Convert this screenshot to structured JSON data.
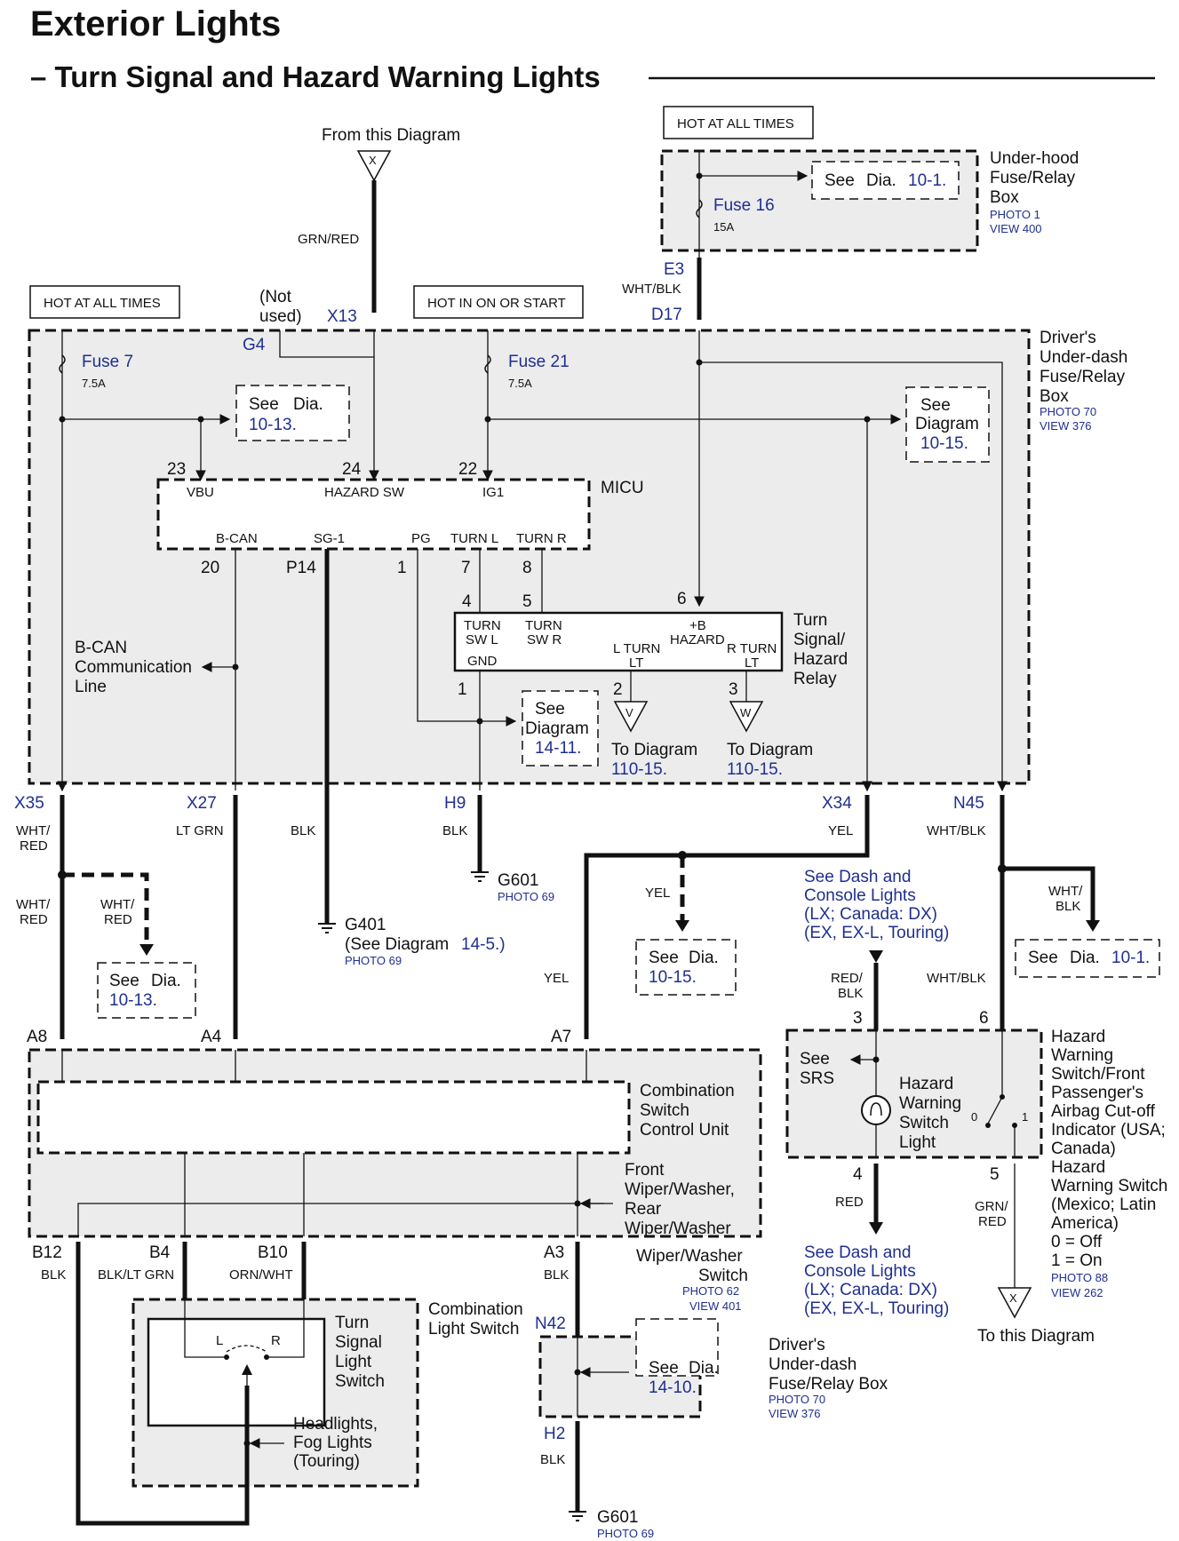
{
  "page": {
    "title": "Exterior Lights",
    "subtitle": "– Turn Signal and Hazard Warning Lights"
  },
  "top": {
    "from_diagram": "From this Diagram",
    "x_flag": "X",
    "grn_red": "GRN/RED",
    "x13": "X13",
    "not_used": "(Not",
    "not_used_2": "used)",
    "g4": "G4",
    "hot_all_1": "HOT AT ALL TIMES",
    "hot_on_start": "HOT IN ON OR START",
    "hot_all_2": "HOT AT ALL TIMES",
    "e3": "E3",
    "wht_blk": "WHT/BLK",
    "d17": "D17"
  },
  "underhood": {
    "name_1": "Under-hood",
    "name_2": "Fuse/Relay",
    "name_3": "Box",
    "photo": "PHOTO 1",
    "view": "VIEW 400",
    "fuse": "Fuse 16",
    "amps": "15A",
    "see_1": "See",
    "see_2": "Dia.",
    "see_ref": "10-1."
  },
  "driver_box": {
    "name_1": "Driver's",
    "name_2": "Under-dash",
    "name_3": "Fuse/Relay",
    "name_4": "Box",
    "photo": "PHOTO 70",
    "view": "VIEW 376",
    "fuse7": "Fuse 7",
    "fuse7_amps": "7.5A",
    "fuse21": "Fuse 21",
    "fuse21_amps": "7.5A",
    "see_dia_1": "See",
    "see_dia_2": "Dia.",
    "see_dia_ref": "10-13.",
    "see_diag_1": "See",
    "see_diag_2": "Diagram",
    "see_diag_ref": "10-15.",
    "micu": "MICU",
    "pin23": "23",
    "pin24": "24",
    "pin22": "22",
    "vbu": "VBU",
    "hazard_sw": "HAZARD SW",
    "ig1": "IG1",
    "bcan": "B-CAN",
    "sg1": "SG-1",
    "pg": "PG",
    "turn_l": "TURN L",
    "turn_r": "TURN R",
    "pin20": "20",
    "p14": "P14",
    "pin1": "1",
    "pin7": "7",
    "pin8": "8",
    "bcan_line_1": "B-CAN",
    "bcan_line_2": "Communication",
    "bcan_line_3": "Line",
    "relay_pin4": "4",
    "relay_pin5": "5",
    "relay_pin6": "6",
    "turn_sw_l_1": "TURN",
    "turn_sw_l_2": "SW L",
    "turn_sw_r_1": "TURN",
    "turn_sw_r_2": "SW R",
    "plus_b": "+B",
    "hazard": "HAZARD",
    "gnd": "GND",
    "l_turn_1": "L TURN",
    "l_turn_2": "LT",
    "r_turn_1": "R TURN",
    "r_turn_2": "LT",
    "relay_name_1": "Turn",
    "relay_name_2": "Signal/",
    "relay_name_3": "Hazard",
    "relay_name_4": "Relay",
    "relay_pin1": "1",
    "relay_pin2": "2",
    "relay_pin3": "3",
    "see_1411_1": "See",
    "see_1411_2": "Diagram",
    "see_1411_ref": "14-11.",
    "v_flag": "V",
    "w_flag": "W",
    "to_diag_v_1": "To Diagram",
    "to_diag_v_ref": "110-15.",
    "to_diag_w_1": "To Diagram",
    "to_diag_w_ref": "110-15."
  },
  "mid": {
    "x35": "X35",
    "x27": "X27",
    "h9": "H9",
    "x34": "X34",
    "n45": "N45",
    "wht_red_1": "WHT/",
    "wht_red_1b": "RED",
    "lt_grn": "LT GRN",
    "blk_1": "BLK",
    "blk_2": "BLK",
    "yel_1": "YEL",
    "wht_blk_2": "WHT/BLK",
    "wht_red_2": "WHT/",
    "wht_red_2b": "RED",
    "wht_red_3": "WHT/",
    "wht_red_3b": "RED",
    "see_1013_1": "See",
    "see_1013_2": "Dia.",
    "see_1013_ref": "10-13.",
    "g401": "G401",
    "g401_see": "(See Diagram",
    "g401_ref": "14-5.)",
    "g401_photo": "PHOTO 69",
    "g601": "G601",
    "g601_photo": "PHOTO 69",
    "yel_2": "YEL",
    "yel_3": "YEL",
    "see_1015_1": "See",
    "see_1015_2": "Dia.",
    "see_1015_ref": "10-15.",
    "dash_1": "See Dash and",
    "dash_2": "Console Lights",
    "dash_3": "(LX; Canada: DX)",
    "dash_4": "(EX, EX-L, Touring)",
    "red_blk_1": "RED/",
    "red_blk_2": "BLK",
    "wht_blk_3": "WHT/BLK",
    "wht_blk_4a": "WHT/",
    "wht_blk_4b": "BLK",
    "see_101_1": "See",
    "see_101_2": "Dia.",
    "see_101_ref": "10-1."
  },
  "hazard_sw": {
    "pin3": "3",
    "pin6": "6",
    "pin4": "4",
    "pin5": "5",
    "see_srs_1": "See",
    "see_srs_2": "SRS",
    "light_1": "Hazard",
    "light_2": "Warning",
    "light_3": "Switch",
    "light_4": "Light",
    "off": "0",
    "on": "1",
    "desc_1": "Hazard",
    "desc_2": "Warning",
    "desc_3": "Switch/Front",
    "desc_4": "Passenger's",
    "desc_5": "Airbag Cut-off",
    "desc_6": "Indicator (USA;",
    "desc_7": "Canada)",
    "desc_8": "Hazard",
    "desc_9": "Warning Switch",
    "desc_10": "(Mexico; Latin",
    "desc_11": "America)",
    "desc_12": "0 = Off",
    "desc_13": "1 = On",
    "photo": "PHOTO 88",
    "view": "VIEW 262",
    "red": "RED",
    "grn_red_1": "GRN/",
    "grn_red_2": "RED",
    "dash_1": "See Dash and",
    "dash_2": "Console Lights",
    "dash_3": "(LX; Canada: DX)",
    "dash_4": "(EX, EX-L, Touring)",
    "x_flag": "X",
    "to_this": "To this Diagram"
  },
  "combo": {
    "a8": "A8",
    "a4": "A4",
    "a7": "A7",
    "unit_1": "Combination",
    "unit_2": "Switch",
    "unit_3": "Control Unit",
    "wiper_1": "Front",
    "wiper_2": "Wiper/Washer,",
    "wiper_3": "Rear",
    "wiper_4": "Wiper/Washer",
    "b12": "B12",
    "b4": "B4",
    "b10": "B10",
    "a3": "A3",
    "blk_b12": "BLK",
    "blk_lt_grn": "BLK/LT GRN",
    "orn_wht": "ORN/WHT",
    "blk_a3": "BLK",
    "wws_1": "Wiper/Washer",
    "wws_2": "Switch",
    "wws_photo": "PHOTO 62",
    "wws_view": "VIEW 401",
    "cls_1": "Combination",
    "cls_2": "Light Switch",
    "tsl_1": "Turn",
    "tsl_2": "Signal",
    "tsl_3": "Light",
    "tsl_4": "Switch",
    "l": "L",
    "r": "R",
    "head_1": "Headlights,",
    "head_2": "Fog Lights",
    "head_3": "(Touring)"
  },
  "bottom": {
    "n42": "N42",
    "box_1": "Driver's",
    "box_2": "Under-dash",
    "box_3": "Fuse/Relay Box",
    "photo": "PHOTO 70",
    "view": "VIEW 376",
    "see_1": "See",
    "see_2": "Dia.",
    "see_ref": "14-10.",
    "h2": "H2",
    "blk": "BLK",
    "g601": "G601",
    "g601_photo": "PHOTO 69"
  }
}
